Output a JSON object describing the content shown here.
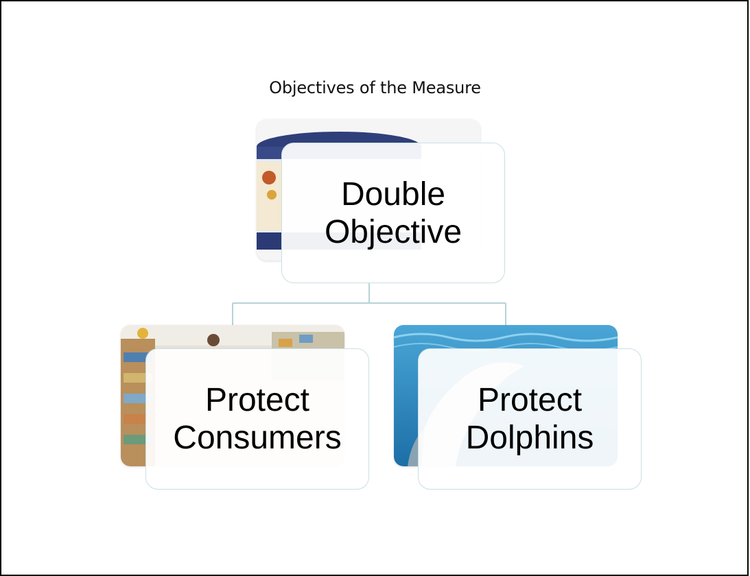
{
  "slide": {
    "title": "Objectives of the Measure"
  },
  "hierarchy": {
    "root": {
      "line1": "Double",
      "line2": "Objective",
      "image": "tuna-can-photo"
    },
    "children": [
      {
        "line1": "Protect",
        "line2": "Consumers",
        "image": "supermarket-shelves-photo"
      },
      {
        "line1": "Protect",
        "line2": "Dolphins",
        "image": "dolphin-underwater-photo"
      }
    ]
  },
  "colors": {
    "connector": "#b7d2d6",
    "card_border": "#c9dfe3",
    "frame": "#000000"
  }
}
